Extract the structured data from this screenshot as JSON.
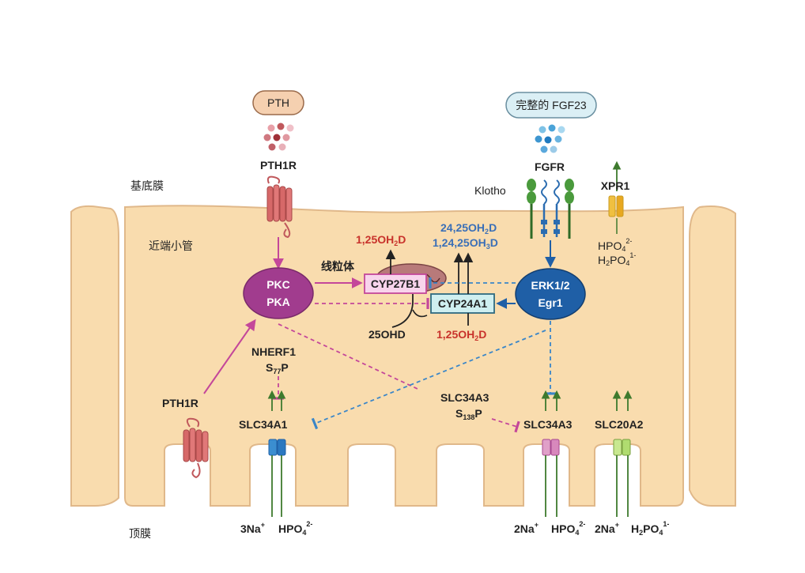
{
  "labels": {
    "pth": "PTH",
    "fgf23": "完整的 FGF23",
    "pth1r_top": "PTH1R",
    "pth1r_bottom": "PTH1R",
    "basement": "基底膜",
    "proximal": "近端小管",
    "apical": "顶膜",
    "klotho": "Klotho",
    "fgfr": "FGFR",
    "xpr1": "XPR1",
    "pkc": "PKC",
    "pka": "PKA",
    "mito": "线粒体",
    "cyp27b1": "CYP27B1",
    "cyp24a1": "CYP24A1",
    "erk_line1": "ERK1/2",
    "erk_line2": "Egr1",
    "ohd25": "25OHD",
    "nherf1": "NHERF1",
    "s77p": "S",
    "s77p_sub": "77",
    "s77p_end": "P",
    "slc34a3_lbl": "SLC34A3",
    "s138p": "S",
    "s138p_sub": "138",
    "s138p_end": "P",
    "slc34a1": "SLC34A1",
    "slc34a3": "SLC34A3",
    "slc20a2": "SLC20A2"
  },
  "metabolites": {
    "oh2d_top": "1,25OH",
    "oh2d_top_sub": "2",
    "oh2d_top_end": "D",
    "m2425_a": "24,25OH",
    "m2425_a_sub": "2",
    "m2425_a_end": "D",
    "m124_a": "1,24,25OH",
    "m124_a_sub": "3",
    "m124_a_end": "D",
    "oh2d_bot": "1,25OH",
    "oh2d_bot_sub": "2",
    "oh2d_bot_end": "D"
  },
  "ions": {
    "na3": "3Na",
    "na3_sup": "+",
    "hpo4_1": "HPO",
    "hpo4_1_sub": "4",
    "hpo4_1_sup": "2-",
    "na2_1": "2Na",
    "na2_1_sup": "+",
    "hpo4_2": "HPO",
    "hpo4_2_sub": "4",
    "hpo4_2_sup": "2-",
    "na2_2": "2Na",
    "na2_2_sup": "+",
    "h2po4": "H",
    "h2po4_sub1": "2",
    "h2po4_mid": "PO",
    "h2po4_sub2": "4",
    "h2po4_sup": "1-",
    "xpr_hpo4": "HPO",
    "xpr_hpo4_sub": "4",
    "xpr_hpo4_sup": "2-",
    "xpr_h2po4": "H",
    "xpr_h2po4_sub1": "2",
    "xpr_h2po4_mid": "PO",
    "xpr_h2po4_sub2": "4",
    "xpr_h2po4_sup": "1-"
  },
  "colors": {
    "cell": "#f9dcae",
    "cell_stroke": "#e0b88a",
    "pkc": "#a13c8e",
    "erk": "#1f5fa6",
    "magenta_arrow": "#c4479a",
    "blue_dash": "#3a86c8",
    "red_text": "#c8322b",
    "blue_text": "#3a6fb7",
    "green": "#3e7a2e"
  }
}
